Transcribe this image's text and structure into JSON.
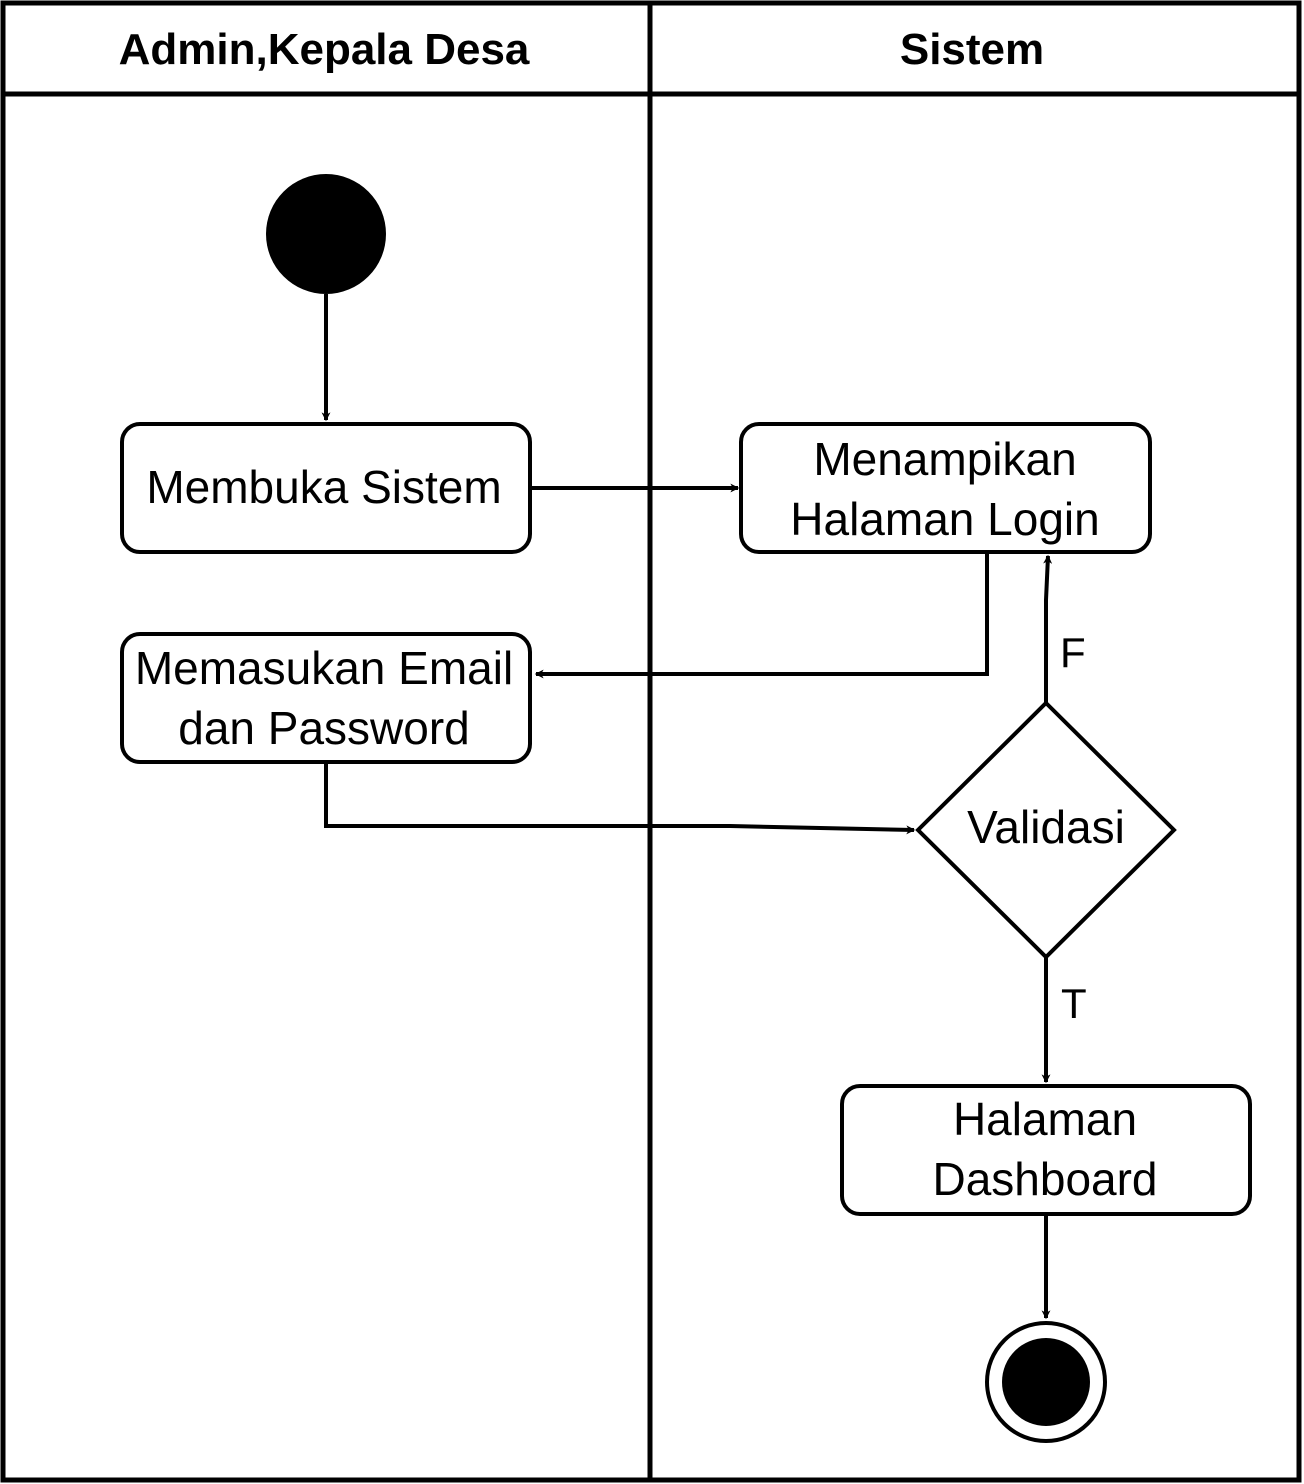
{
  "swimlanes": [
    {
      "title": "Admin,Kepala Desa"
    },
    {
      "title": "Sistem"
    }
  ],
  "nodes": {
    "membuka_sistem": {
      "lines": [
        "Membuka Sistem"
      ]
    },
    "menampilkan_login": {
      "lines": [
        "Menampikan",
        "Halaman Login"
      ]
    },
    "memasukan_email": {
      "lines": [
        "Memasukan Email",
        "dan Password"
      ]
    },
    "validasi": {
      "label": "Validasi"
    },
    "halaman_dashboard": {
      "lines": [
        "Halaman",
        "Dashboard"
      ]
    }
  },
  "guards": {
    "false_label": "F",
    "true_label": "T"
  }
}
